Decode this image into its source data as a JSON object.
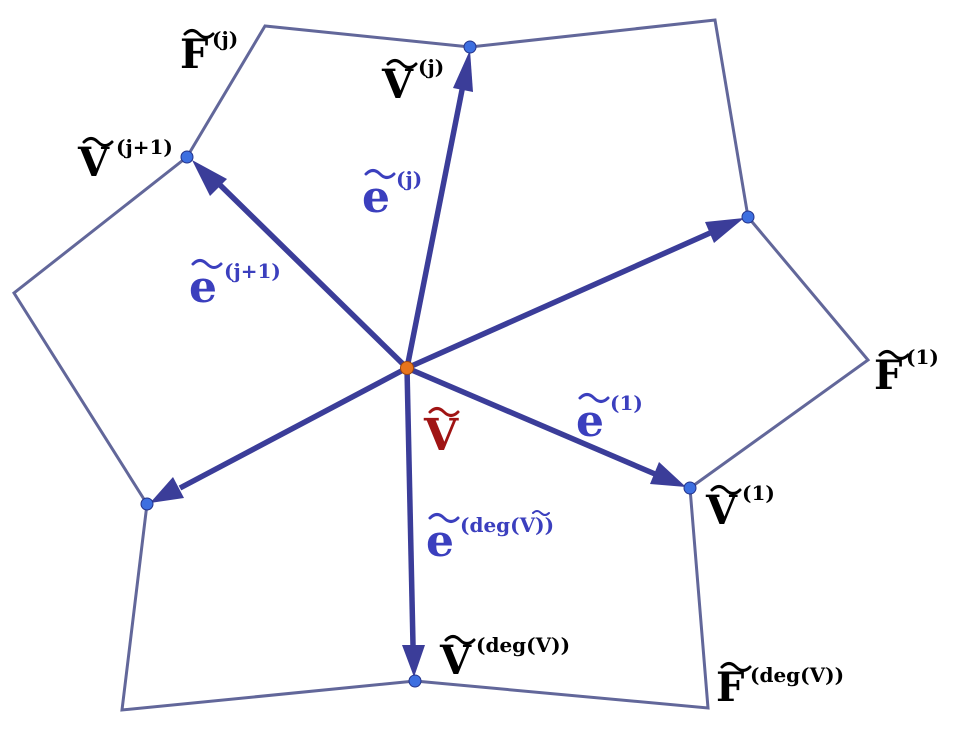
{
  "labels": {
    "F_j": {
      "main": "F",
      "sup": "(j)"
    },
    "F_1": {
      "main": "F",
      "sup": "(1)"
    },
    "F_deg": {
      "main": "F",
      "sup": "(deg(V))"
    },
    "V_j": {
      "main": "V",
      "sup": "(j)"
    },
    "V_j1": {
      "main": "V",
      "sup": "(j+1)"
    },
    "V_1": {
      "main": "V",
      "sup": "(1)"
    },
    "V_deg": {
      "main": "V",
      "sup": "(deg(V))"
    },
    "V_center": {
      "main": "V"
    },
    "e_j": {
      "main": "e",
      "sup": "(j)"
    },
    "e_j1": {
      "main": "e",
      "sup": "(j+1)"
    },
    "e_1": {
      "main": "e",
      "sup": "(1)"
    },
    "e_deg": {
      "main": "e",
      "sup_open": "(deg(",
      "sup_inner": "V",
      "sup_close": "))"
    }
  },
  "colors": {
    "face_edge": "#62679a",
    "edge_arrow": "#3b3d99",
    "vertex_dot": "#3d6fe0",
    "center_dot": "#e8741c",
    "edge_label": "#3b3fbe",
    "center_label": "#a01414",
    "black_label": "#000000"
  }
}
